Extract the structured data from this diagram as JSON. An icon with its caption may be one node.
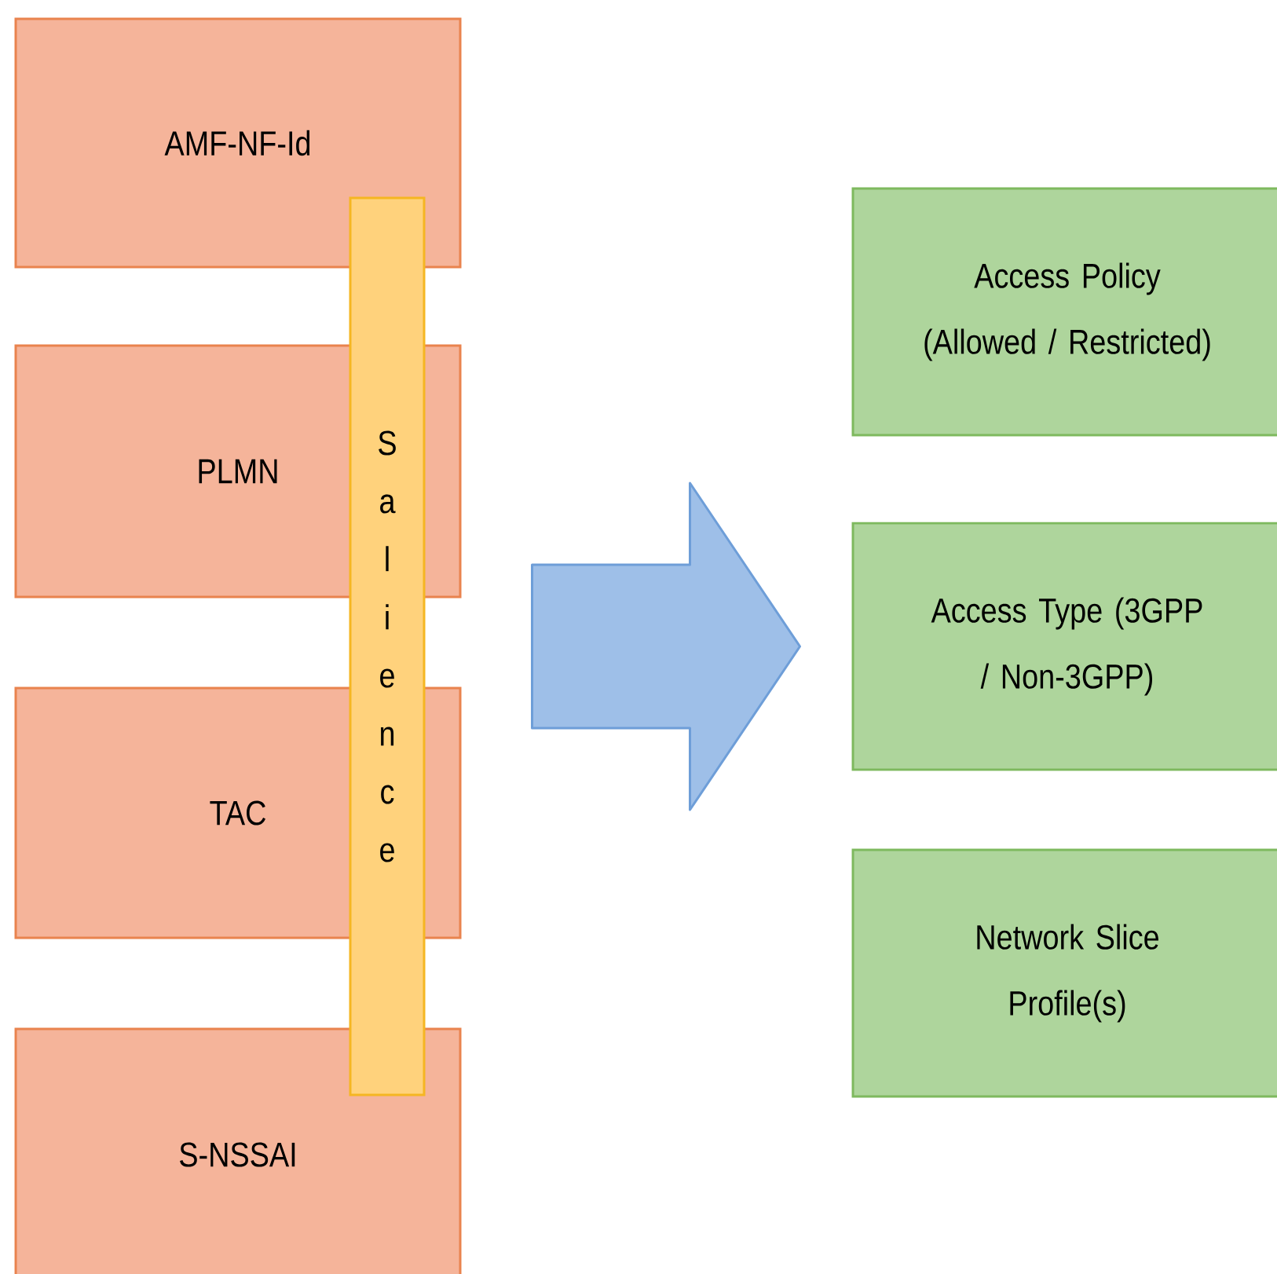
{
  "diagram": {
    "nodes": [
      {
        "text": [
          "AMF-NF-Id"
        ]
      },
      {
        "text": [
          "PLMN"
        ]
      },
      {
        "text": [
          "TAC"
        ]
      },
      {
        "text": [
          "S-NSSAI"
        ]
      },
      {
        "text": [
          "Salience"
        ]
      },
      {
        "text": [
          "Access Policy (Allowed / Restricted)"
        ]
      },
      {
        "text": [
          "Access Type (3GPP / Non-3GPP)"
        ]
      },
      {
        "text": [
          "Network Slice Profile(s)"
        ]
      }
    ],
    "edges": [
      {
        "from": 4,
        "to": 6,
        "arrow": "to"
      }
    ]
  }
}
